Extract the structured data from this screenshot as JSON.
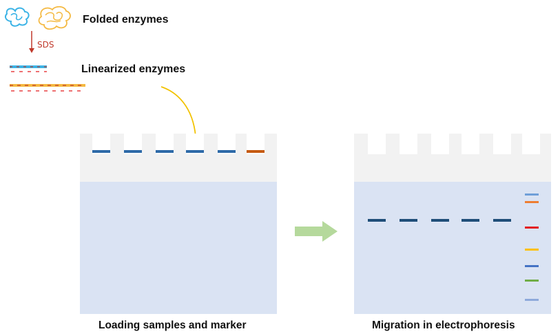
{
  "legend": {
    "folded_label": "Folded enzymes",
    "arrow_label": "SDS",
    "linearized_label": "Linearized enzymes"
  },
  "gels": {
    "left": {
      "caption": "Loading samples and marker",
      "bands": [
        {
          "lane": 1,
          "color": "#2e6aa8"
        },
        {
          "lane": 2,
          "color": "#2e6aa8"
        },
        {
          "lane": 3,
          "color": "#2e6aa8"
        },
        {
          "lane": 4,
          "color": "#2e6aa8"
        },
        {
          "lane": 5,
          "color": "#2e6aa8"
        },
        {
          "lane": 6,
          "color": "#c55a11"
        }
      ]
    },
    "right": {
      "caption": "Migration in electrophoresis",
      "sample_band_color": "#1f4e79",
      "marker_band_colors": [
        "#6f9fd8",
        "#ed7d31",
        "#e31a1c",
        "#ffc000",
        "#4472c4",
        "#70ad47",
        "#8eaadb"
      ]
    }
  },
  "colors": {
    "cyan_enzyme": "#3bb3e6",
    "orange_enzyme": "#f4b942",
    "sds_arrow": "#c0392b",
    "curved_arrow": "#f2c200",
    "transfer_arrow": "#b5d99c",
    "well_background": "#f2f2f2",
    "gel_background": "#dae3f3"
  }
}
